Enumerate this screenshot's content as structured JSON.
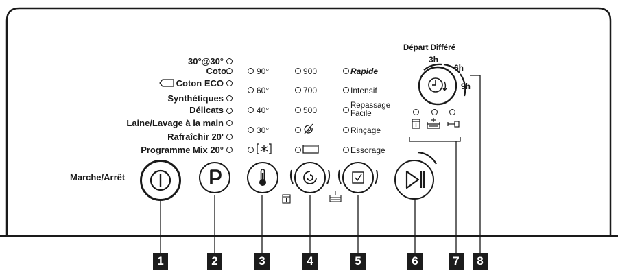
{
  "programmes": {
    "items": [
      {
        "label": "30°@30°"
      },
      {
        "label": "Coton"
      },
      {
        "label": "Coton ECO"
      },
      {
        "label": "Synthétiques"
      },
      {
        "label": "Délicats"
      },
      {
        "label": "Laine/Lavage à la main"
      },
      {
        "label": "Rafraîchir 20'"
      },
      {
        "label": "Programme Mix 20°"
      }
    ],
    "power_label": "Marche/Arrêt"
  },
  "temperature": {
    "options": [
      "90°",
      "60°",
      "40°",
      "30°"
    ]
  },
  "spin": {
    "options": [
      "900",
      "700",
      "500"
    ]
  },
  "functions": {
    "options": [
      "Rapide",
      "Intensif",
      "Repassage\nFacile",
      "Rinçage",
      "Essorage"
    ]
  },
  "delay": {
    "title": "Départ Différé",
    "options": [
      "3h",
      "6h",
      "9h"
    ]
  },
  "callouts": [
    "1",
    "2",
    "3",
    "4",
    "5",
    "6",
    "7",
    "8"
  ]
}
